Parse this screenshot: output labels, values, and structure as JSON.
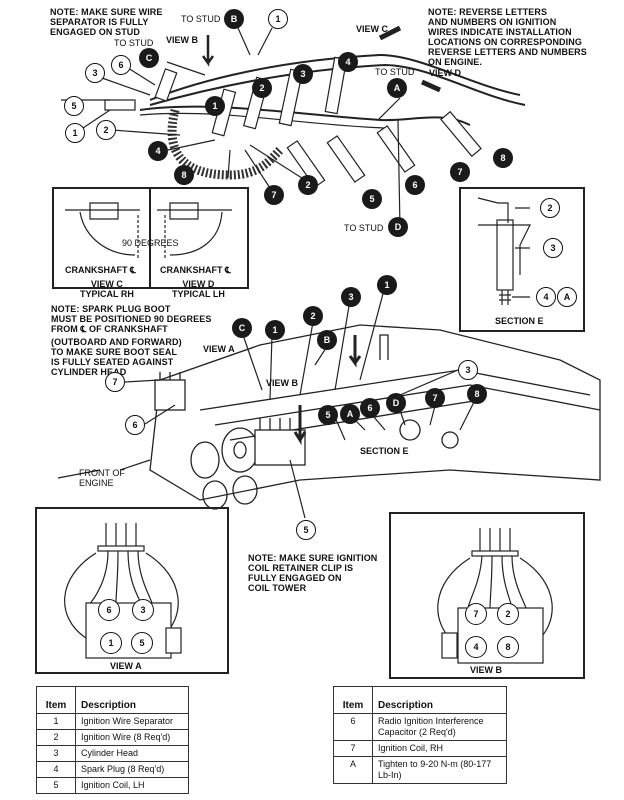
{
  "notes": {
    "wire_separator": "NOTE: MAKE SURE WIRE\nSEPARATOR IS FULLY\nENGAGED ON STUD",
    "reverse_letters": "NOTE: REVERSE LETTERS\nAND NUMBERS ON IGNITION\nWIRES INDICATE INSTALLATION\nLOCATIONS ON CORRESPONDING\nREVERSE LETTERS AND NUMBERS\nON ENGINE.",
    "spark_plug_boot": "NOTE: SPARK PLUG BOOT\nMUST BE POSITIONED 90 DEGREES\nFROM ℄ OF CRANKSHAFT",
    "outboard": "(OUTBOARD AND FORWARD)\nTO MAKE SURE BOOT SEAL\nIS FULLY SEATED AGAINST\nCYLINDER HEAD",
    "coil_clip": "NOTE: MAKE SURE IGNITION\nCOIL RETAINER CLIP IS\nFULLY ENGAGED ON\nCOIL TOWER"
  },
  "labels": {
    "to_stud": "TO STUD",
    "view_a": "VIEW A",
    "view_b": "VIEW B",
    "view_c": "VIEW C",
    "view_d": "VIEW D",
    "ninety_degrees": "90 DEGREES",
    "crankshaft_cl": "CRANKSHAFT ℄",
    "view_c_typical": "VIEW C\nTYPICAL RH",
    "view_d_typical": "VIEW D\nTYPICAL LH",
    "section_e": "SECTION E",
    "front_of_engine": "FRONT OF\nENGINE"
  },
  "callouts": {
    "top": [
      {
        "id": "B",
        "style": "dark"
      },
      {
        "id": "1",
        "style": "light"
      },
      {
        "id": "C",
        "style": "dark"
      },
      {
        "id": "6",
        "style": "light"
      },
      {
        "id": "3",
        "style": "light"
      },
      {
        "id": "5",
        "style": "light"
      },
      {
        "id": "1",
        "style": "light"
      },
      {
        "id": "2",
        "style": "light"
      },
      {
        "id": "1",
        "style": "dark"
      },
      {
        "id": "2",
        "style": "dark"
      },
      {
        "id": "3",
        "style": "dark"
      },
      {
        "id": "4",
        "style": "dark"
      },
      {
        "id": "A",
        "style": "dark"
      },
      {
        "id": "4",
        "style": "dark"
      },
      {
        "id": "8",
        "style": "dark"
      },
      {
        "id": "7",
        "style": "dark"
      },
      {
        "id": "2",
        "style": "dark"
      },
      {
        "id": "5",
        "style": "dark"
      },
      {
        "id": "6",
        "style": "dark"
      },
      {
        "id": "7",
        "style": "dark"
      },
      {
        "id": "8",
        "style": "dark"
      },
      {
        "id": "D",
        "style": "dark"
      }
    ],
    "section_e": [
      {
        "id": "2",
        "style": "light"
      },
      {
        "id": "3",
        "style": "light"
      },
      {
        "id": "4",
        "style": "light"
      },
      {
        "id": "A",
        "style": "light"
      }
    ],
    "engine": [
      {
        "id": "C",
        "style": "dark"
      },
      {
        "id": "1",
        "style": "dark"
      },
      {
        "id": "2",
        "style": "dark"
      },
      {
        "id": "B",
        "style": "dark"
      },
      {
        "id": "3",
        "style": "dark"
      },
      {
        "id": "1",
        "style": "dark"
      },
      {
        "id": "7",
        "style": "light"
      },
      {
        "id": "6",
        "style": "light"
      },
      {
        "id": "3",
        "style": "light"
      },
      {
        "id": "5",
        "style": "dark"
      },
      {
        "id": "A",
        "style": "dark"
      },
      {
        "id": "6",
        "style": "dark"
      },
      {
        "id": "D",
        "style": "dark"
      },
      {
        "id": "7",
        "style": "dark"
      },
      {
        "id": "8",
        "style": "dark"
      },
      {
        "id": "5",
        "style": "light"
      }
    ],
    "view_a_coils": [
      "6",
      "3",
      "1",
      "5"
    ],
    "view_b_coils": [
      "7",
      "2",
      "4",
      "8"
    ]
  },
  "legend_left": {
    "headers": [
      "Item",
      "Description"
    ],
    "rows": [
      [
        "1",
        "Ignition Wire Separator"
      ],
      [
        "2",
        "Ignition Wire (8 Req'd)"
      ],
      [
        "3",
        "Cylinder Head"
      ],
      [
        "4",
        "Spark Plug (8 Req'd)"
      ],
      [
        "5",
        "Ignition Coil, LH"
      ]
    ]
  },
  "legend_right": {
    "headers": [
      "Item",
      "Description"
    ],
    "rows": [
      [
        "6",
        "Radio Ignition Interference Capacitor (2 Req'd)"
      ],
      [
        "7",
        "Ignition Coil, RH"
      ],
      [
        "A",
        "Tighten to 9-20 N-m (80-177 Lb-In)"
      ]
    ]
  }
}
